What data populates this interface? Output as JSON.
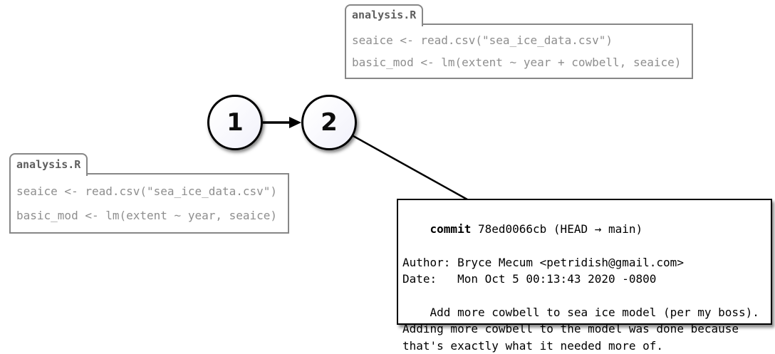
{
  "file_box_top": {
    "tab_label": "analysis.R",
    "code_lines": [
      "seaice <- read.csv(\"sea_ice_data.csv\")",
      "basic_mod <- lm(extent ~ year + cowbell, seaice)"
    ]
  },
  "file_box_left": {
    "tab_label": "analysis.R",
    "code_lines": [
      "seaice <- read.csv(\"sea_ice_data.csv\")",
      "basic_mod <- lm(extent ~ year, seaice)"
    ]
  },
  "graph": {
    "nodes": [
      {
        "label": "1"
      },
      {
        "label": "2"
      }
    ]
  },
  "git_log": {
    "commit_keyword": "commit",
    "commit_rest": " 78ed0066cb (HEAD → main)",
    "author_line": "Author: Bryce Mecum <petridish@gmail.com>",
    "date_line": "Date:   Mon Oct 5 00:13:43 2020 -0800",
    "message_lines": [
      "    Add more cowbell to sea ice model (per my boss).",
      "Adding more cowbell to the model was done because",
      "that's exactly what it needed more of."
    ]
  },
  "colors": {
    "file_box_border": "#878787",
    "code_text": "#8e8e8e",
    "tab_text": "#5e5e5e",
    "node_fill": "#f1f1fb",
    "node_border": "#000000",
    "commit_box_border": "#000000",
    "commit_text": "#000000"
  }
}
